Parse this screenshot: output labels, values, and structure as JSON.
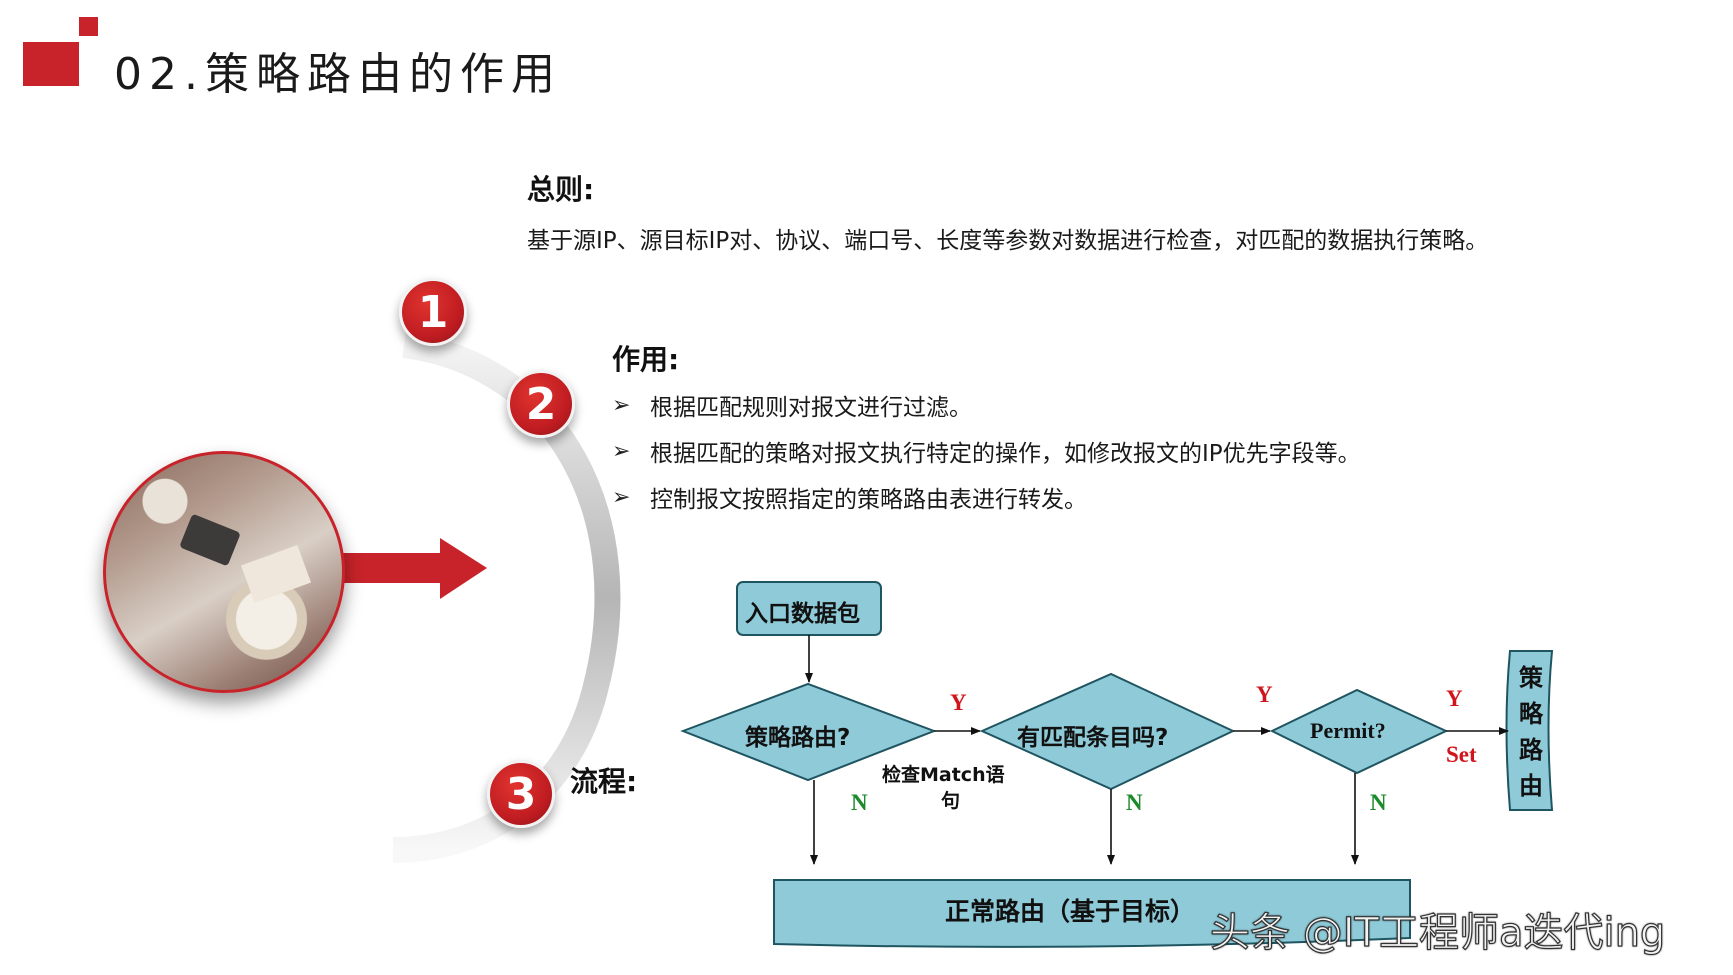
{
  "header": {
    "title": "02.策略路由的作用"
  },
  "general": {
    "heading": "总则:",
    "text": "基于源IP、源目标IP对、协议、端口号、长度等参数对数据进行检查，对匹配的数据执行策略。"
  },
  "role": {
    "heading": "作用:",
    "items": [
      "根据匹配规则对报文进行过滤。",
      "根据匹配的策略对报文执行特定的操作，如修改报文的IP优先字段等。",
      "控制报文按照指定的策略路由表进行转发。"
    ]
  },
  "process": {
    "heading": "流程:"
  },
  "badges": [
    "1",
    "2",
    "3"
  ],
  "flowchart": {
    "entry": "入口数据包",
    "decision1": "策略路由?",
    "decision2": "有匹配条目吗?",
    "decision3": "Permit?",
    "match_note_line1": "检查Match语",
    "match_note_line2": "句",
    "policy_box": [
      "策",
      "略",
      "路",
      "由"
    ],
    "normal_route": "正常路由（基于目标）",
    "yes": "Y",
    "no": "N",
    "set": "Set"
  },
  "watermark": "头条 @IT工程师a迭代ing",
  "colors": {
    "accent_red": "#c8232a",
    "flow_fill": "#8fcad8",
    "flow_stroke": "#1f5560"
  }
}
